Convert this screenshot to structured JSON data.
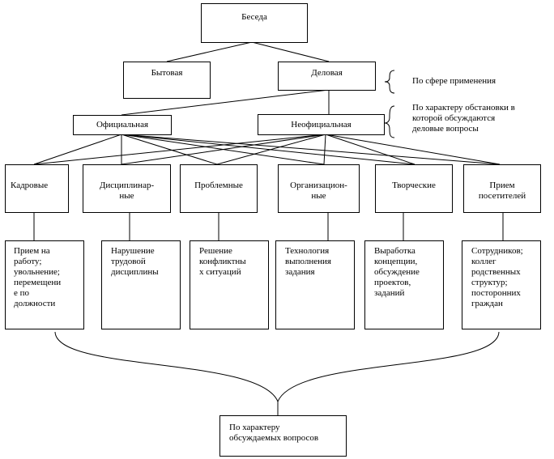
{
  "root": "Беседа",
  "sphere": {
    "items": [
      "Бытовая",
      "Деловая"
    ],
    "note": "По сфере применения"
  },
  "environment": {
    "items": [
      "Официальная",
      "Неофициальная"
    ],
    "note": "По характеру обстановки в\nкоторой обсуждаются\nделовые вопросы"
  },
  "categories": [
    "Кадровые",
    "Дисциплинар-\nные",
    "Проблемные",
    "Организацион-\nные",
    "Творческие",
    "Прием\nпосетителей"
  ],
  "details": [
    "Прием на\nработу;\nувольнение;\nперемещени\nе по\nдолжности",
    "Нарушение\nтрудовой\nдисциплины",
    "Решение\nконфликтны\nх ситуаций",
    "Технология\nвыполнения\nзадания",
    "Выработка\nконцепции,\nобсуждение\nпроектов,\nзаданий",
    "Сотрудников;\nколлег\nродственных\nструктур;\nпосторонних\nграждан"
  ],
  "bottom_label": "По характеру\nобсуждаемых вопросов"
}
